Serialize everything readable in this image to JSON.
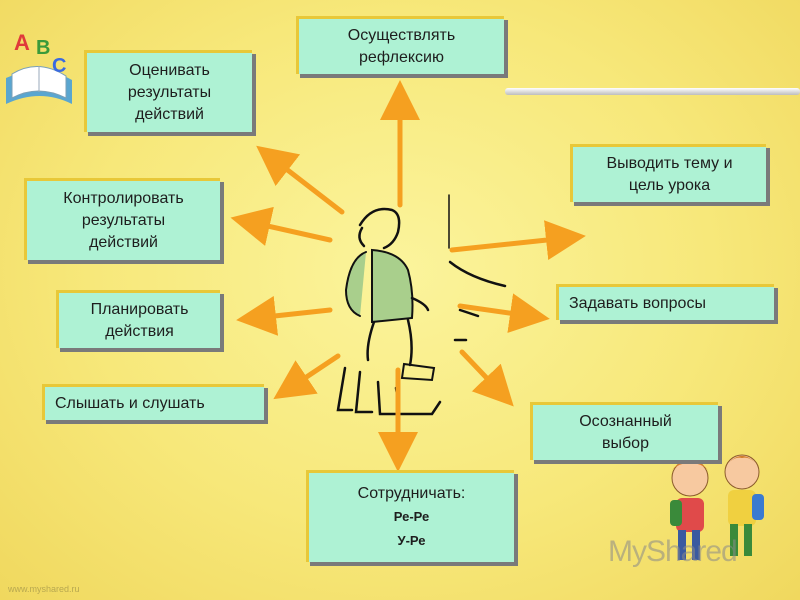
{
  "nodes": {
    "reflect": {
      "lines": [
        "Осуществлять",
        "рефлексию"
      ]
    },
    "evaluate": {
      "lines": [
        "Оценивать",
        "результаты",
        "действий"
      ]
    },
    "control": {
      "lines": [
        "Контролировать",
        "результаты",
        "действий"
      ]
    },
    "plan": {
      "lines": [
        "Планировать",
        "действия"
      ]
    },
    "listen": {
      "lines": [
        "Слышать и слушать"
      ]
    },
    "topic": {
      "lines": [
        "Выводить тему и",
        "цель урока"
      ]
    },
    "questions": {
      "lines": [
        "Задавать вопросы"
      ]
    },
    "choice": {
      "lines": [
        "Осознанный",
        "выбор"
      ]
    },
    "cooperate": {
      "lines": [
        "Сотрудничать:"
      ],
      "sub": [
        "Ре-Ре",
        "У-Ре"
      ]
    }
  },
  "logo": {
    "letters": [
      "A",
      "B",
      "C"
    ]
  },
  "watermark": "MyShared",
  "site": "www.myshared.ru",
  "colors": {
    "box": "#aef2d4",
    "arrow": "#f5a020",
    "background": "#f7e87a",
    "border": "#e8c838"
  }
}
